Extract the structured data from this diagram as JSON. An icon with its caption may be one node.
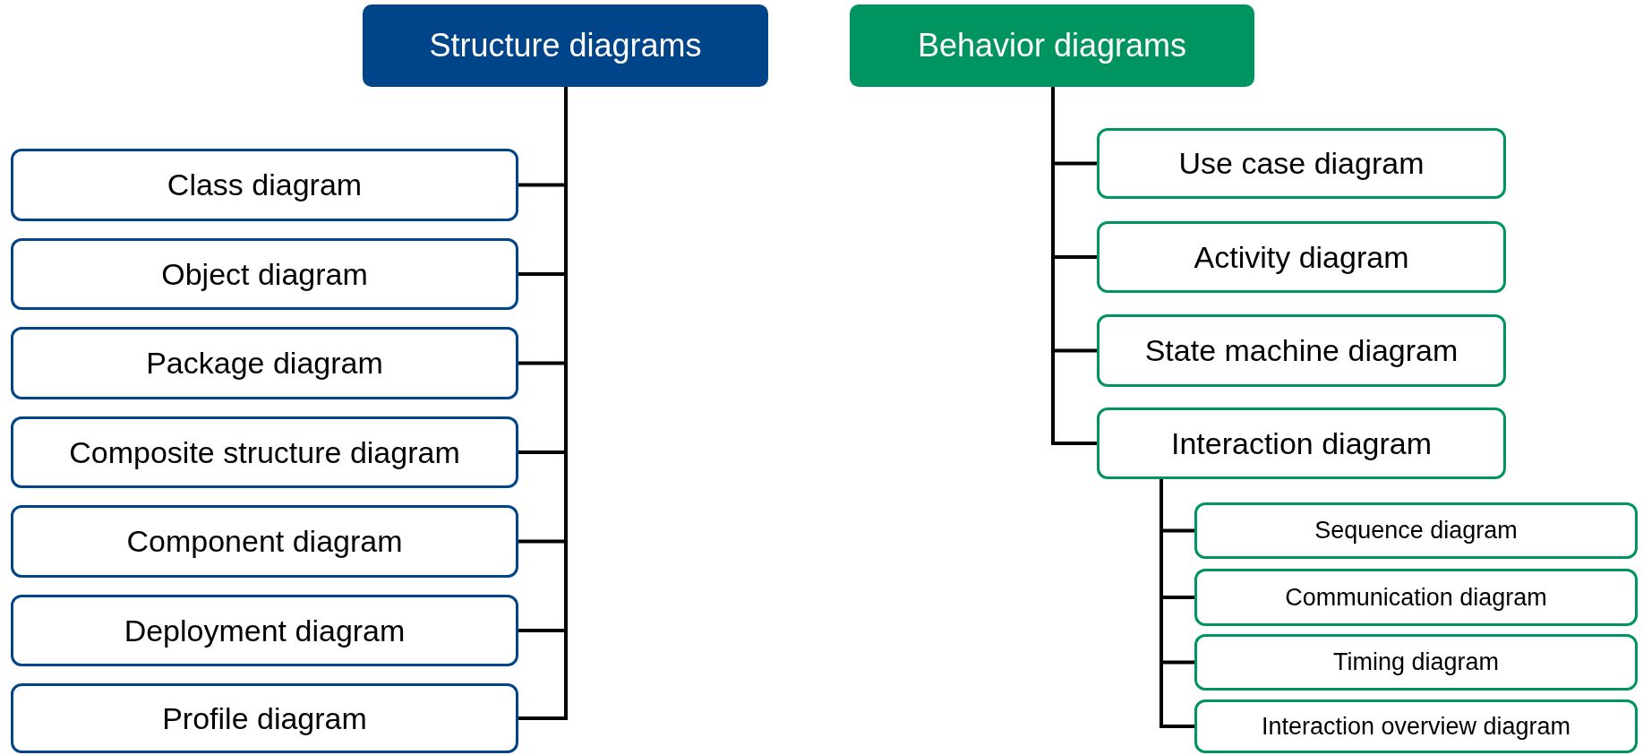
{
  "diagram": {
    "nodes": [
      {
        "text": [
          "Structure diagrams"
        ]
      },
      {
        "text": [
          "Class diagram"
        ]
      },
      {
        "text": [
          "Object diagram"
        ]
      },
      {
        "text": [
          "Package diagram"
        ]
      },
      {
        "text": [
          "Composite structure diagram"
        ]
      },
      {
        "text": [
          "Component diagram"
        ]
      },
      {
        "text": [
          "Deployment diagram"
        ]
      },
      {
        "text": [
          "Profile diagram"
        ]
      },
      {
        "text": [
          "Behavior diagrams"
        ]
      },
      {
        "text": [
          "Use case diagram"
        ]
      },
      {
        "text": [
          "Activity diagram"
        ]
      },
      {
        "text": [
          "State machine diagram"
        ]
      },
      {
        "text": [
          "Interaction diagram"
        ]
      },
      {
        "text": [
          "Sequence diagram"
        ]
      },
      {
        "text": [
          "Communication diagram"
        ]
      },
      {
        "text": [
          "Timing diagram"
        ]
      },
      {
        "text": [
          "Interaction overview diagram"
        ]
      }
    ],
    "edges": [
      {
        "from": 0,
        "to": 1,
        "arrow": "none"
      },
      {
        "from": 0,
        "to": 2,
        "arrow": "none"
      },
      {
        "from": 0,
        "to": 3,
        "arrow": "none"
      },
      {
        "from": 0,
        "to": 4,
        "arrow": "none"
      },
      {
        "from": 0,
        "to": 5,
        "arrow": "none"
      },
      {
        "from": 0,
        "to": 6,
        "arrow": "none"
      },
      {
        "from": 0,
        "to": 7,
        "arrow": "none"
      },
      {
        "from": 8,
        "to": 9,
        "arrow": "none"
      },
      {
        "from": 8,
        "to": 10,
        "arrow": "none"
      },
      {
        "from": 8,
        "to": 11,
        "arrow": "none"
      },
      {
        "from": 8,
        "to": 12,
        "arrow": "none"
      },
      {
        "from": 12,
        "to": 13,
        "arrow": "none"
      },
      {
        "from": 12,
        "to": 14,
        "arrow": "none"
      },
      {
        "from": 12,
        "to": 15,
        "arrow": "none"
      },
      {
        "from": 12,
        "to": 16,
        "arrow": "none"
      }
    ]
  }
}
